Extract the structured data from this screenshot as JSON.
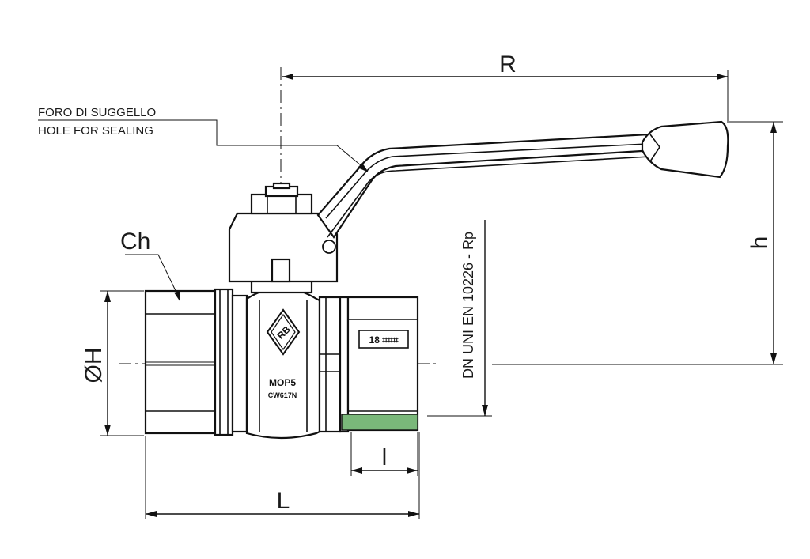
{
  "labels": {
    "callout_it": "FORO DI SUGGELLO",
    "callout_en": "HOLE FOR SEALING",
    "dim_R": "R",
    "dim_h": "h",
    "dim_Ch": "Ch",
    "dim_OH": "ØH",
    "dim_l": "l",
    "dim_L": "L",
    "thread_spec": "DN UNI EN 10226 - Rp"
  },
  "body_marks": {
    "pressure": "MOP5",
    "material": "CW617N",
    "size": "18 ⌗⌗⌗"
  },
  "colors": {
    "thread_highlight": "#7ab87a",
    "ink": "#111111"
  }
}
